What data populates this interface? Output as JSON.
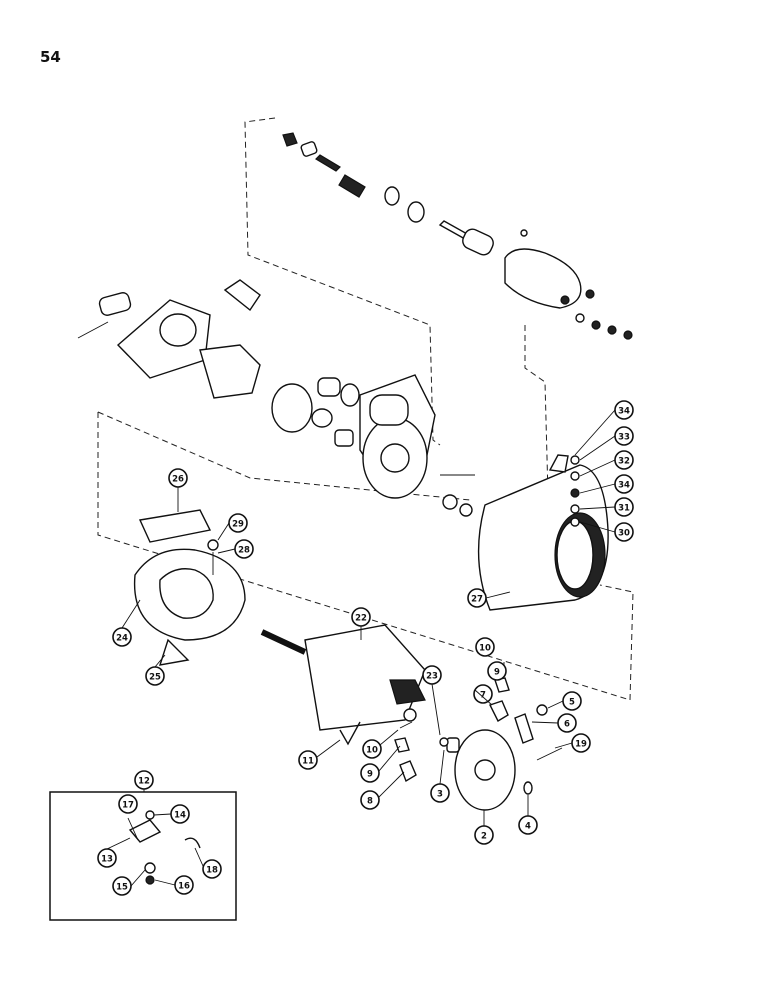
{
  "page_number": "54",
  "callouts": [
    "2",
    "3",
    "4",
    "5",
    "6",
    "7",
    "8",
    "9",
    "9",
    "10",
    "10",
    "11",
    "12",
    "13",
    "14",
    "15",
    "16",
    "17",
    "18",
    "19",
    "22",
    "23",
    "24",
    "25",
    "26",
    "27",
    "28",
    "29",
    "30",
    "31",
    "32",
    "33",
    "34",
    "34"
  ]
}
